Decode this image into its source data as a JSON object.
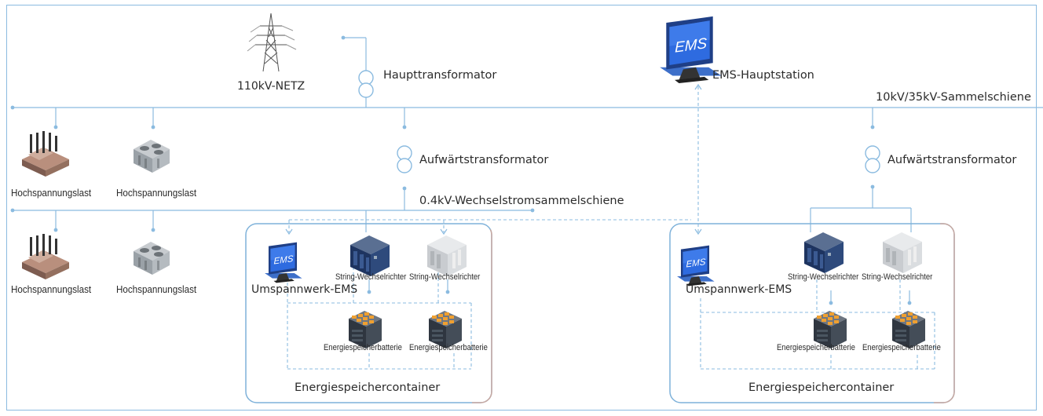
{
  "diagram": {
    "colors": {
      "line": "#8bbbe0",
      "dashed": "#8bbbe0",
      "container_border": "#c8a8a0",
      "container_border_alt": "#7fb2da",
      "ems_blue": "#1f56b8",
      "battery_orange": "#f0a030"
    },
    "labels": {
      "grid": "110kV-NETZ",
      "main_transformer": "Haupttransformator",
      "ems_main": "EMS-Hauptstation",
      "busbar_hv": "10kV/35kV-Sammelschiene",
      "step_up_left": "Aufwärtstransformator",
      "step_up_right": "Aufwärtstransformator",
      "busbar_lv": "0.4kV-Wechselstromsammelschiene",
      "load_1": "Hochspannungslast",
      "load_2": "Hochspannungslast",
      "load_3": "Hochspannungslast",
      "load_4": "Hochspannungslast",
      "substation_ems_left": "Umspannwerk-EMS",
      "substation_ems_right": "Umspannwerk-EMS",
      "inverter_1": "String-Wechselrichter",
      "inverter_2": "String-Wechselrichter",
      "inverter_3": "String-Wechselrichter",
      "inverter_4": "String-Wechselrichter",
      "battery_1": "Energiespeicherbatterie",
      "battery_2": "Energiespeicherbatterie",
      "battery_3": "Energiespeicherbatterie",
      "battery_4": "Energiespeicherbatterie",
      "container_left": "Energiespeichercontainer",
      "container_right": "Energiespeichercontainer",
      "ems_screen_text": "EMS"
    },
    "icons": [
      "transmission-tower-icon",
      "transformer-icon",
      "ems-monitor-icon",
      "factory-load-icon",
      "hvac-load-icon",
      "inverter-cabinet-icon",
      "battery-rack-icon"
    ]
  }
}
